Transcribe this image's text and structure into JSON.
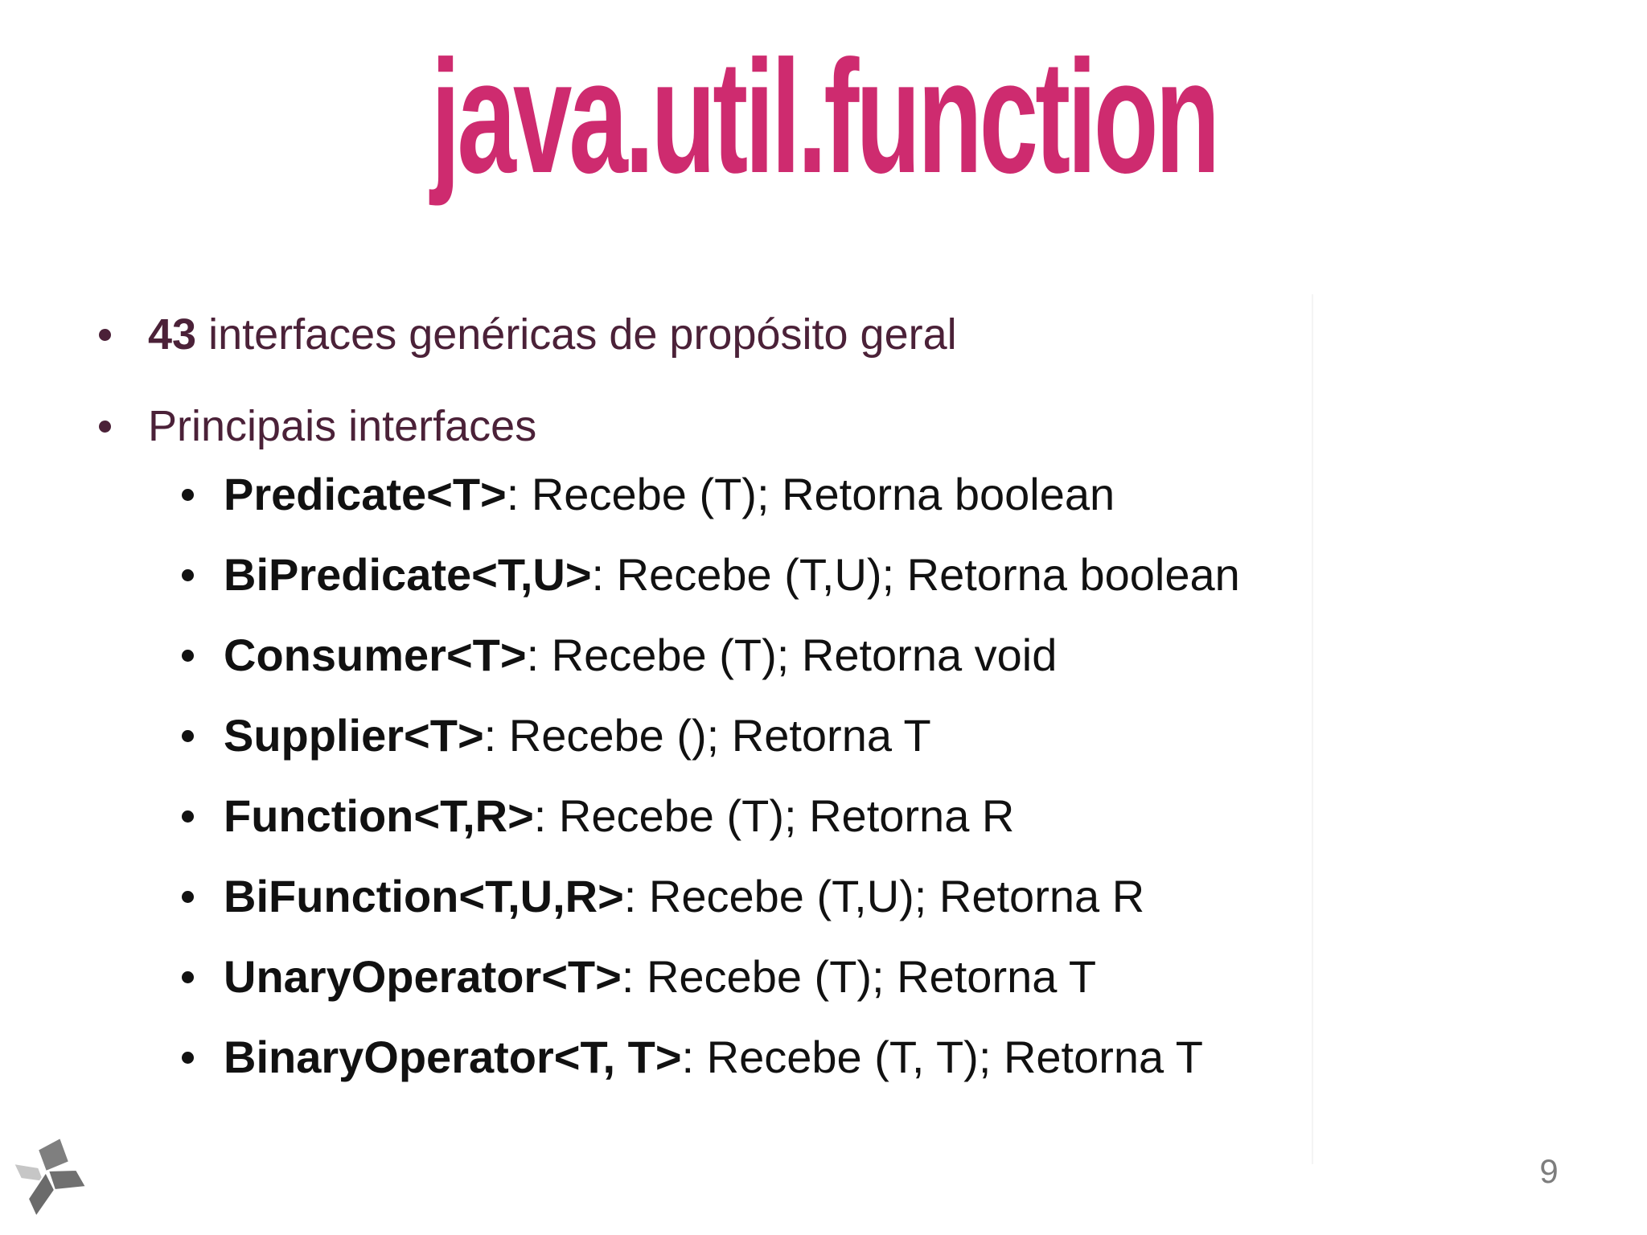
{
  "slide": {
    "title": "java.util.function",
    "page_number": "9",
    "bullets": [
      {
        "bold": "43",
        "text": " interfaces genéricas de propósito geral"
      },
      {
        "bold": "",
        "text": "Principais interfaces"
      }
    ],
    "interfaces": [
      {
        "name": "Predicate<T>",
        "desc": ": Recebe (T); Retorna boolean"
      },
      {
        "name": "BiPredicate<T,U>",
        "desc": ": Recebe (T,U); Retorna boolean"
      },
      {
        "name": "Consumer<T>",
        "desc": ": Recebe (T); Retorna void"
      },
      {
        "name": "Supplier<T>",
        "desc": ": Recebe (); Retorna T"
      },
      {
        "name": "Function<T,R>",
        "desc": ": Recebe (T); Retorna R"
      },
      {
        "name": "BiFunction<T,U,R>",
        "desc": ": Recebe (T,U); Retorna R"
      },
      {
        "name": "UnaryOperator<T>",
        "desc": ": Recebe (T); Retorna T"
      },
      {
        "name": "BinaryOperator<T, T>",
        "desc": ": Recebe (T, T); Retorna T"
      }
    ],
    "colors": {
      "title": "#CE2B6F",
      "level1_text": "#4B2138",
      "level2_text": "#111111",
      "page_number": "#7D7D7D",
      "logo_light": "#C6C6C6",
      "logo_medium": "#7F7F7F",
      "logo_dark": "#6B6B6B"
    },
    "logo_icon": "pinwheel-logo"
  }
}
